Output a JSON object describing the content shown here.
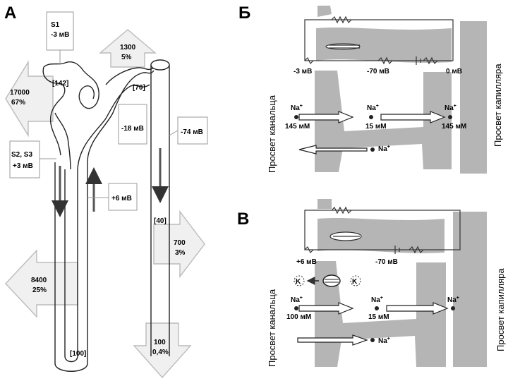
{
  "panels": {
    "a": "А",
    "b": "Б",
    "c": "В"
  },
  "panel_a": {
    "s1": {
      "line1": "S1",
      "line2": "-3 мВ"
    },
    "flow_1300": {
      "line1": "1300",
      "line2": "5%"
    },
    "flow_17000": {
      "line1": "17000",
      "line2": "67%"
    },
    "seg_142": "[142]",
    "seg_70": "[70]",
    "volt_18": "-18 мВ",
    "volt_74": "-74 мВ",
    "s2s3": {
      "line1": "S2, S3",
      "line2": "+3 мВ"
    },
    "volt_6": "+6 мВ",
    "seg_40": "[40]",
    "flow_700": {
      "line1": "700",
      "line2": "3%"
    },
    "flow_8400": {
      "line1": "8400",
      "line2": "25%"
    },
    "seg_100": "[100]",
    "flow_100": {
      "line1": "100",
      "line2": "0,4%"
    }
  },
  "panel_b": {
    "v_left": "-3 мВ",
    "v_mid": "-70 мВ",
    "v_right": "0 мВ",
    "na1": "Na",
    "na1_conc": "145 мМ",
    "na2": "Na",
    "na2_conc": "15 мМ",
    "na3": "Na",
    "na3_conc": "145 мМ",
    "na_back": "Na",
    "lumen": "Просвет канальца",
    "capillary": "Просвет капилляра"
  },
  "panel_c": {
    "v_left": "+6 мВ",
    "v_mid": "-70 мВ",
    "k_left": "K",
    "k_right": "K",
    "na1": "Na",
    "na1_conc": "100 мМ",
    "na2": "Na",
    "na2_conc": "15 мМ",
    "na3": "Na",
    "na_back": "Na",
    "lumen": "Просвет канальца",
    "capillary": "Просвет капилляра"
  }
}
